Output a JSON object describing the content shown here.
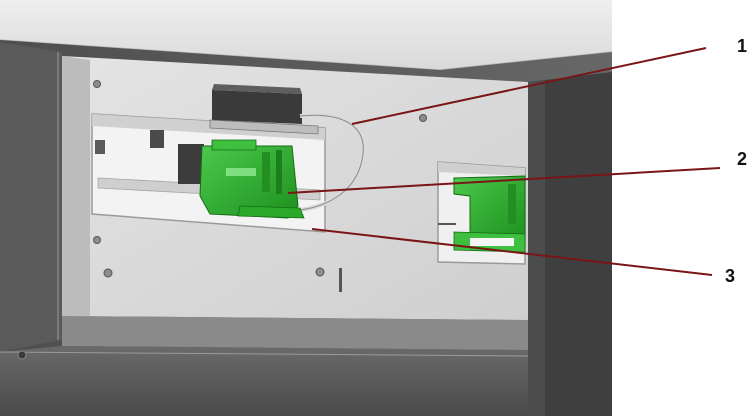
{
  "callouts": [
    {
      "label": "1",
      "target": "cable"
    },
    {
      "label": "2",
      "target": "green-latch-mechanism"
    },
    {
      "label": "3",
      "target": "inner-panel-edge"
    }
  ],
  "colors": {
    "leader": "#7a1515",
    "housing_dark": "#5b5b5b",
    "panel_light": "#dcdcdc",
    "accent_green": "#2fb02f"
  }
}
